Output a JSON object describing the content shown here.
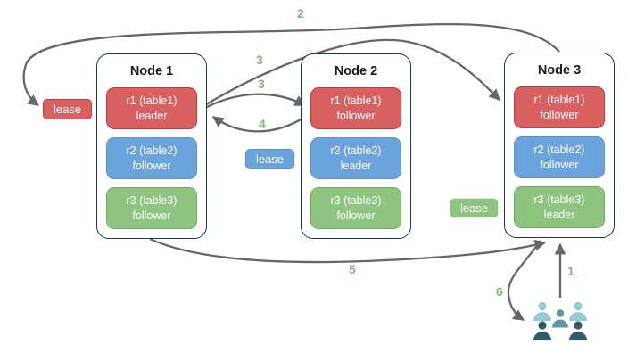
{
  "diagram": {
    "nodes": [
      {
        "title": "Node 1",
        "replicas": [
          {
            "name": "r1 (table1)",
            "role": "leader",
            "color": "red"
          },
          {
            "name": "r2 (table2)",
            "role": "follower",
            "color": "blue"
          },
          {
            "name": "r3 (table3)",
            "role": "follower",
            "color": "green"
          }
        ]
      },
      {
        "title": "Node 2",
        "replicas": [
          {
            "name": "r1 (table1)",
            "role": "follower",
            "color": "red"
          },
          {
            "name": "r2 (table2)",
            "role": "leader",
            "color": "blue"
          },
          {
            "name": "r3 (table3)",
            "role": "follower",
            "color": "green"
          }
        ]
      },
      {
        "title": "Node 3",
        "replicas": [
          {
            "name": "r1 (table1)",
            "role": "follower",
            "color": "red"
          },
          {
            "name": "r2 (table2)",
            "role": "follower",
            "color": "blue"
          },
          {
            "name": "r3 (table3)",
            "role": "leader",
            "color": "green"
          }
        ]
      }
    ],
    "leases": [
      {
        "label": "lease",
        "color": "red"
      },
      {
        "label": "lease",
        "color": "blue"
      },
      {
        "label": "lease",
        "color": "green"
      }
    ],
    "steps": [
      {
        "label": "1"
      },
      {
        "label": "2"
      },
      {
        "label": "3"
      },
      {
        "label": "3"
      },
      {
        "label": "4"
      },
      {
        "label": "5"
      },
      {
        "label": "6"
      }
    ],
    "icons": {
      "users": "users-group-icon"
    }
  },
  "colors": {
    "red_fill": "#d96060",
    "red_border": "#bf3d38",
    "blue_fill": "#6ba3dc",
    "blue_border": "#5b91cc",
    "green_fill": "#8ec480",
    "green_border": "#6fae57",
    "green_lease_border": "#e4f2dd",
    "node_border": "#16365d",
    "arrow": "#666666",
    "step_label": "#7cbd6d",
    "people_light": "#93ccd1",
    "people_mid": "#5e96a4",
    "people_dark": "#2e5c6d"
  }
}
